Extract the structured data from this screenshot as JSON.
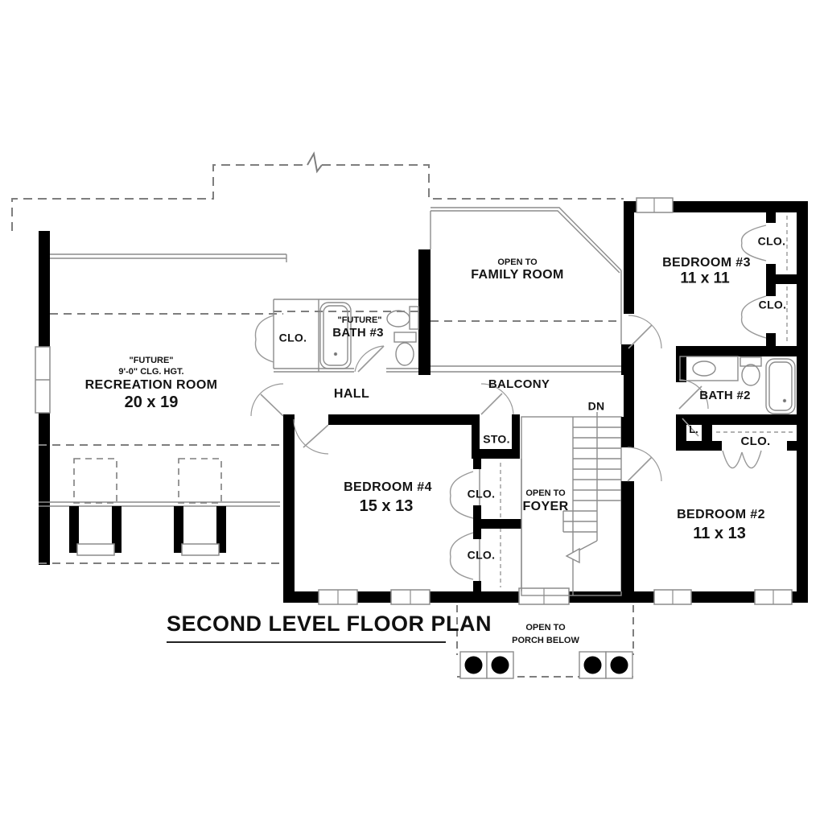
{
  "title": "SECOND LEVEL FLOOR PLAN",
  "rooms": {
    "family_room": {
      "line1": "OPEN TO",
      "line2": "FAMILY ROOM"
    },
    "bedroom3": {
      "name": "BEDROOM #3",
      "size": "11 x 11"
    },
    "bedroom3_closet_upper": {
      "label": "CLO."
    },
    "bedroom3_closet_lower": {
      "label": "CLO."
    },
    "bath3": {
      "line1": "\"FUTURE\"",
      "line2": "BATH #3"
    },
    "hall_closet": {
      "label": "CLO."
    },
    "recreation_room": {
      "line1": "\"FUTURE\"",
      "line2": "9'-0\" CLG. HGT.",
      "line3": "RECREATION ROOM",
      "size": "20 x 19"
    },
    "hall": {
      "label": "HALL"
    },
    "balcony": {
      "label": "BALCONY"
    },
    "stairs": {
      "direction": "DN"
    },
    "bath2": {
      "label": "BATH #2"
    },
    "linen_closet": {
      "label": "L."
    },
    "bath2_closet": {
      "label": "CLO."
    },
    "storage": {
      "label": "STO."
    },
    "bedroom4": {
      "name": "BEDROOM #4",
      "size": "15 x 13"
    },
    "bedroom4_closet_upper": {
      "label": "CLO."
    },
    "bedroom4_closet_lower": {
      "label": "CLO."
    },
    "foyer": {
      "line1": "OPEN TO",
      "line2": "FOYER"
    },
    "bedroom2": {
      "name": "BEDROOM #2",
      "size": "11 x 13"
    },
    "porch": {
      "line1": "OPEN TO",
      "line2": "PORCH BELOW"
    }
  },
  "colors": {
    "wall": "#000000",
    "thin_line": "#8c8c8c",
    "dashed_line": "#7e7e7e",
    "background": "#ffffff",
    "text": "#141414"
  }
}
